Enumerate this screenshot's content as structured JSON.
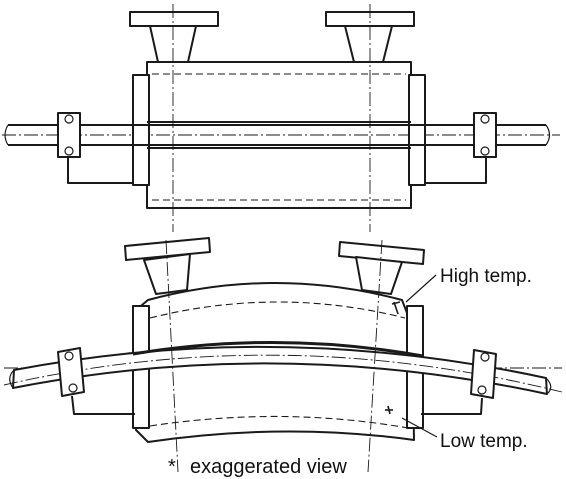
{
  "labels": {
    "high_temp": "High temp.",
    "low_temp": "Low temp.",
    "note": "exaggerated view",
    "note_marker": "*"
  }
}
